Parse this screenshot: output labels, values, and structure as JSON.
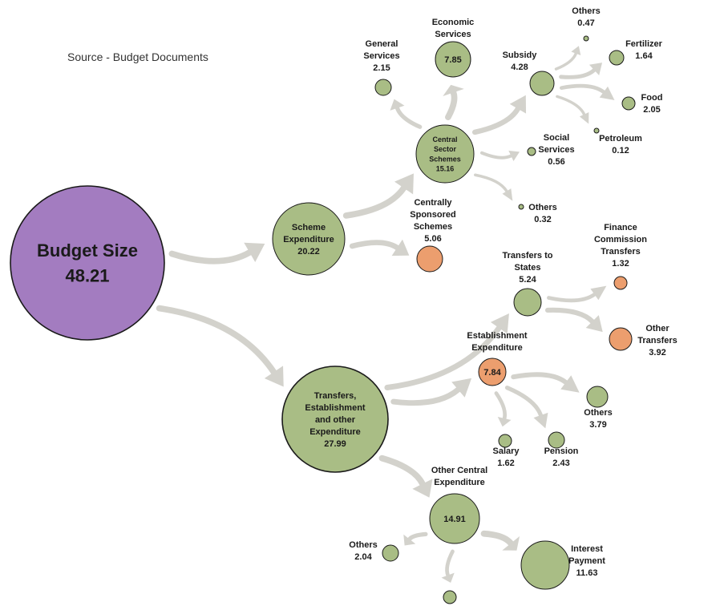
{
  "source_note": "Source - Budget Documents",
  "colors": {
    "budget": "#a37cc0",
    "green": "#a9bd85",
    "orange": "#ec9e6e",
    "arrow": "#d3d2cc",
    "outline": "#1a1a1a",
    "text": "#1a1a1a"
  },
  "nodes": [
    {
      "id": "budget",
      "lines": [
        "Budget Size"
      ],
      "value": "48.21",
      "color": "budget",
      "label_inside": true
    },
    {
      "id": "scheme",
      "lines": [
        "Scheme",
        "Expenditure"
      ],
      "value": "20.22",
      "color": "green",
      "label_inside": true
    },
    {
      "id": "transfers_est",
      "lines": [
        "Transfers,",
        "Establishment",
        "and other",
        "Expenditure"
      ],
      "value": "27.99",
      "color": "green",
      "label_inside": true
    },
    {
      "id": "central_sector",
      "lines": [
        "Central",
        "Sector",
        "Schemes"
      ],
      "value": "15.16",
      "color": "green",
      "label_inside": true
    },
    {
      "id": "centrally_sponsored",
      "lines": [
        "Centrally",
        "Sponsored",
        "Schemes"
      ],
      "value": "5.06",
      "color": "orange",
      "label_inside": false
    },
    {
      "id": "general_services",
      "lines": [
        "General",
        "Services"
      ],
      "value": "2.15",
      "color": "green",
      "label_inside": false
    },
    {
      "id": "economic_services",
      "lines": [
        "Economic",
        "Services"
      ],
      "value": "7.85",
      "color": "green",
      "label_inside": false
    },
    {
      "id": "subsidy",
      "lines": [
        "Subsidy"
      ],
      "value": "4.28",
      "color": "green",
      "label_inside": false
    },
    {
      "id": "subsidy_others",
      "lines": [
        "Others"
      ],
      "value": "0.47",
      "color": "green",
      "label_inside": false
    },
    {
      "id": "fertilizer",
      "lines": [
        "Fertilizer"
      ],
      "value": "1.64",
      "color": "green",
      "label_inside": false
    },
    {
      "id": "food",
      "lines": [
        "Food"
      ],
      "value": "2.05",
      "color": "green",
      "label_inside": false
    },
    {
      "id": "petroleum",
      "lines": [
        "Petroleum"
      ],
      "value": "0.12",
      "color": "green",
      "label_inside": false
    },
    {
      "id": "social_services",
      "lines": [
        "Social",
        "Services"
      ],
      "value": "0.56",
      "color": "green",
      "label_inside": false
    },
    {
      "id": "css_others",
      "lines": [
        "Others"
      ],
      "value": "0.32",
      "color": "green",
      "label_inside": false
    },
    {
      "id": "transfers_states",
      "lines": [
        "Transfers to",
        "States"
      ],
      "value": "5.24",
      "color": "green",
      "label_inside": false
    },
    {
      "id": "finance_commission",
      "lines": [
        "Finance",
        "Commission",
        "Transfers"
      ],
      "value": "1.32",
      "color": "orange",
      "label_inside": false
    },
    {
      "id": "other_transfers",
      "lines": [
        "Other",
        "Transfers"
      ],
      "value": "3.92",
      "color": "orange",
      "label_inside": false
    },
    {
      "id": "establishment",
      "lines": [
        "Establishment",
        "Expenditure"
      ],
      "value": "7.84",
      "color": "orange",
      "label_inside": false
    },
    {
      "id": "est_others",
      "lines": [
        "Others"
      ],
      "value": "3.79",
      "color": "green",
      "label_inside": false
    },
    {
      "id": "salary",
      "lines": [
        "Salary"
      ],
      "value": "1.62",
      "color": "green",
      "label_inside": false
    },
    {
      "id": "pension",
      "lines": [
        "Pension"
      ],
      "value": "2.43",
      "color": "green",
      "label_inside": false
    },
    {
      "id": "other_central",
      "lines": [
        "Other Central",
        "Expenditure"
      ],
      "value": "14.91",
      "color": "green",
      "label_inside": false
    },
    {
      "id": "oce_others",
      "lines": [
        "Others"
      ],
      "value": "2.04",
      "color": "green",
      "label_inside": false
    },
    {
      "id": "interest",
      "lines": [
        "Interest",
        "Payment"
      ],
      "value": "11.63",
      "color": "green",
      "label_inside": false
    },
    {
      "id": "unlabeled_bottom",
      "lines": [],
      "value": "",
      "color": "green",
      "label_inside": false
    }
  ],
  "edges": [
    [
      "budget",
      "scheme"
    ],
    [
      "budget",
      "transfers_est"
    ],
    [
      "scheme",
      "central_sector"
    ],
    [
      "scheme",
      "centrally_sponsored"
    ],
    [
      "central_sector",
      "general_services"
    ],
    [
      "central_sector",
      "economic_services"
    ],
    [
      "central_sector",
      "subsidy"
    ],
    [
      "central_sector",
      "social_services"
    ],
    [
      "central_sector",
      "css_others"
    ],
    [
      "subsidy",
      "subsidy_others"
    ],
    [
      "subsidy",
      "fertilizer"
    ],
    [
      "subsidy",
      "food"
    ],
    [
      "subsidy",
      "petroleum"
    ],
    [
      "transfers_est",
      "transfers_states"
    ],
    [
      "transfers_est",
      "establishment"
    ],
    [
      "transfers_est",
      "other_central"
    ],
    [
      "transfers_states",
      "finance_commission"
    ],
    [
      "transfers_states",
      "other_transfers"
    ],
    [
      "establishment",
      "est_others"
    ],
    [
      "establishment",
      "salary"
    ],
    [
      "establishment",
      "pension"
    ],
    [
      "other_central",
      "oce_others"
    ],
    [
      "other_central",
      "interest"
    ],
    [
      "other_central",
      "unlabeled_bottom"
    ]
  ]
}
